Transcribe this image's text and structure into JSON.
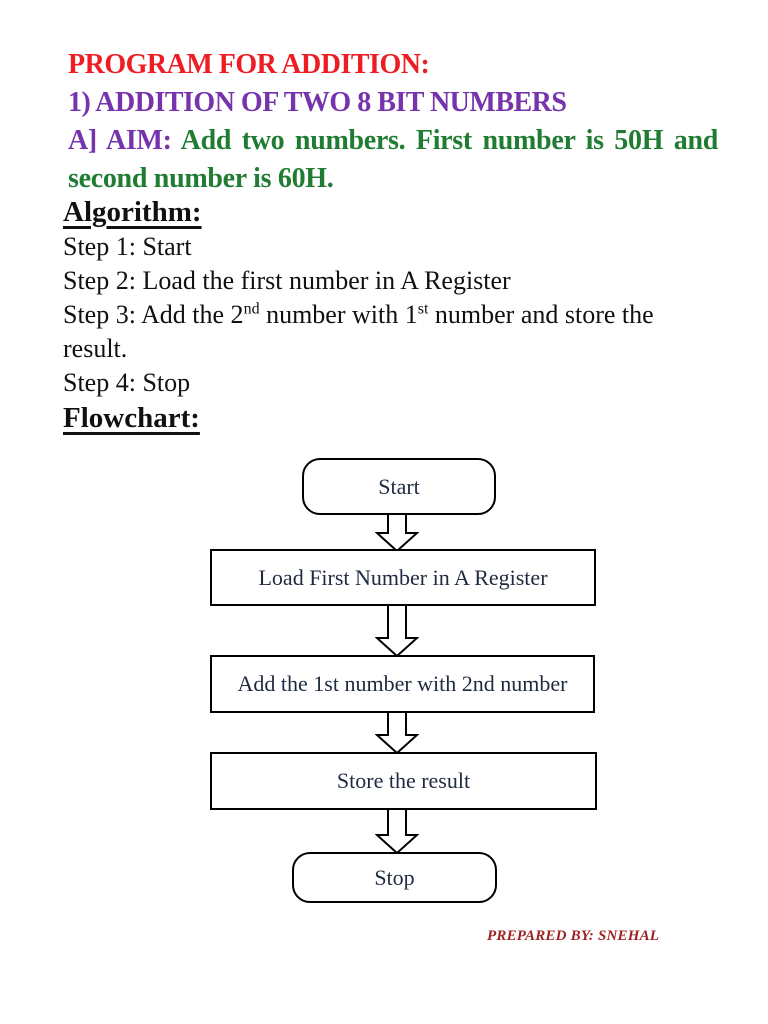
{
  "headings": {
    "h1": "PROGRAM FOR ADDITION:",
    "h2": "1) ADDITION OF TWO 8 BIT NUMBERS",
    "aim_label": "A] AIM:",
    "aim_text": "Add two numbers. First number is 50H and second number is 60H."
  },
  "algorithm": {
    "title": "Algorithm:",
    "step1": "Step 1: Start",
    "step2": "Step 2: Load the first number in A Register",
    "step3_a": "Step 3: Add the 2",
    "step3_sup1": "nd",
    "step3_b": " number with 1",
    "step3_sup2": "st",
    "step3_c": " number and store the",
    "step3_cont": "result.",
    "step4": "Step 4: Stop"
  },
  "flowchart": {
    "title": "Flowchart:",
    "nodes": {
      "start": "Start",
      "load": "Load First Number in A Register",
      "add": "Add the 1st number with 2nd number",
      "store": "Store the result",
      "stop": "Stop"
    }
  },
  "footer": {
    "prepared_by": "PREPARED BY: SNEHAL"
  },
  "colors": {
    "accent_red": "#ee1c23",
    "accent_purple": "#7633ab",
    "accent_green": "#217c33",
    "footer_red": "#9e2222",
    "flow_text": "#1f2a40",
    "text_black": "#111111",
    "line_black": "#000000"
  }
}
